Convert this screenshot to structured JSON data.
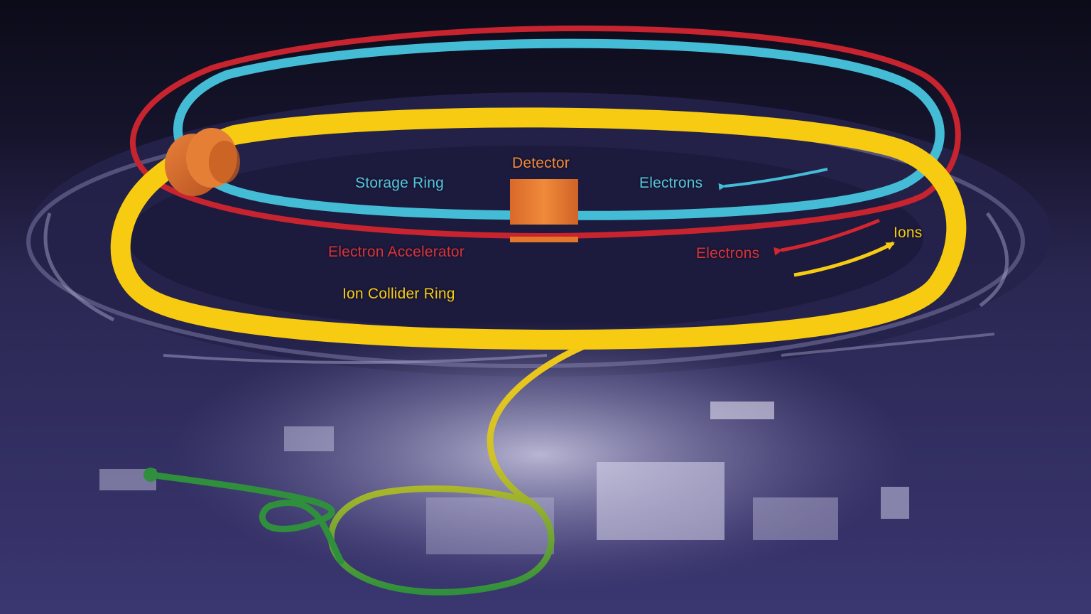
{
  "labels": {
    "detector": "Detector",
    "storage_ring": "Storage Ring",
    "electrons_blue": "Electrons",
    "electron_accelerator": "Electron Accelerator",
    "electrons_red": "Electrons",
    "ions": "Ions",
    "ion_collider_ring": "Ion Collider Ring"
  },
  "colors": {
    "storage_ring": "#45bcd6",
    "electron_accelerator": "#c8242f",
    "ion_collider_ring": "#f6cb12",
    "injector": "#2f8f3c",
    "detector": "#e4762b",
    "background": "#2c2a58"
  }
}
